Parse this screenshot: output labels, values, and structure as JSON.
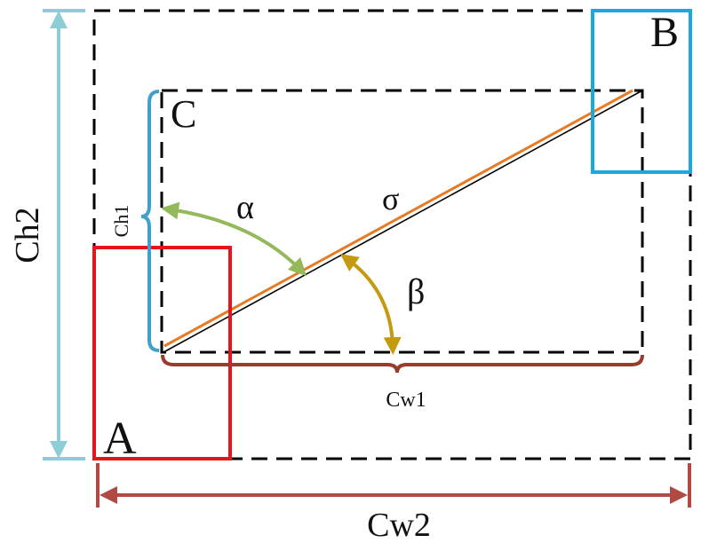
{
  "labels": {
    "box_a": "A",
    "box_b": "B",
    "box_c": "C",
    "ch2": "Ch2",
    "cw2": "Cw2",
    "ch1": "Ch1",
    "cw1": "Cw1",
    "alpha": "α",
    "beta": "β",
    "sigma": "σ"
  },
  "colors": {
    "outer_border": "#000000",
    "inner_border": "#000000",
    "box_a": "#e8141b",
    "box_b": "#1aa8de",
    "ch2_arrow": "#8ecdd8",
    "cw2_arrow": "#b04a44",
    "ch1_brace": "#3fa0c8",
    "cw1_brace": "#9a3b2f",
    "alpha_arc": "#93b95a",
    "beta_arc": "#c39a10",
    "orange_line": "#e77a22",
    "black_line": "#000000"
  }
}
